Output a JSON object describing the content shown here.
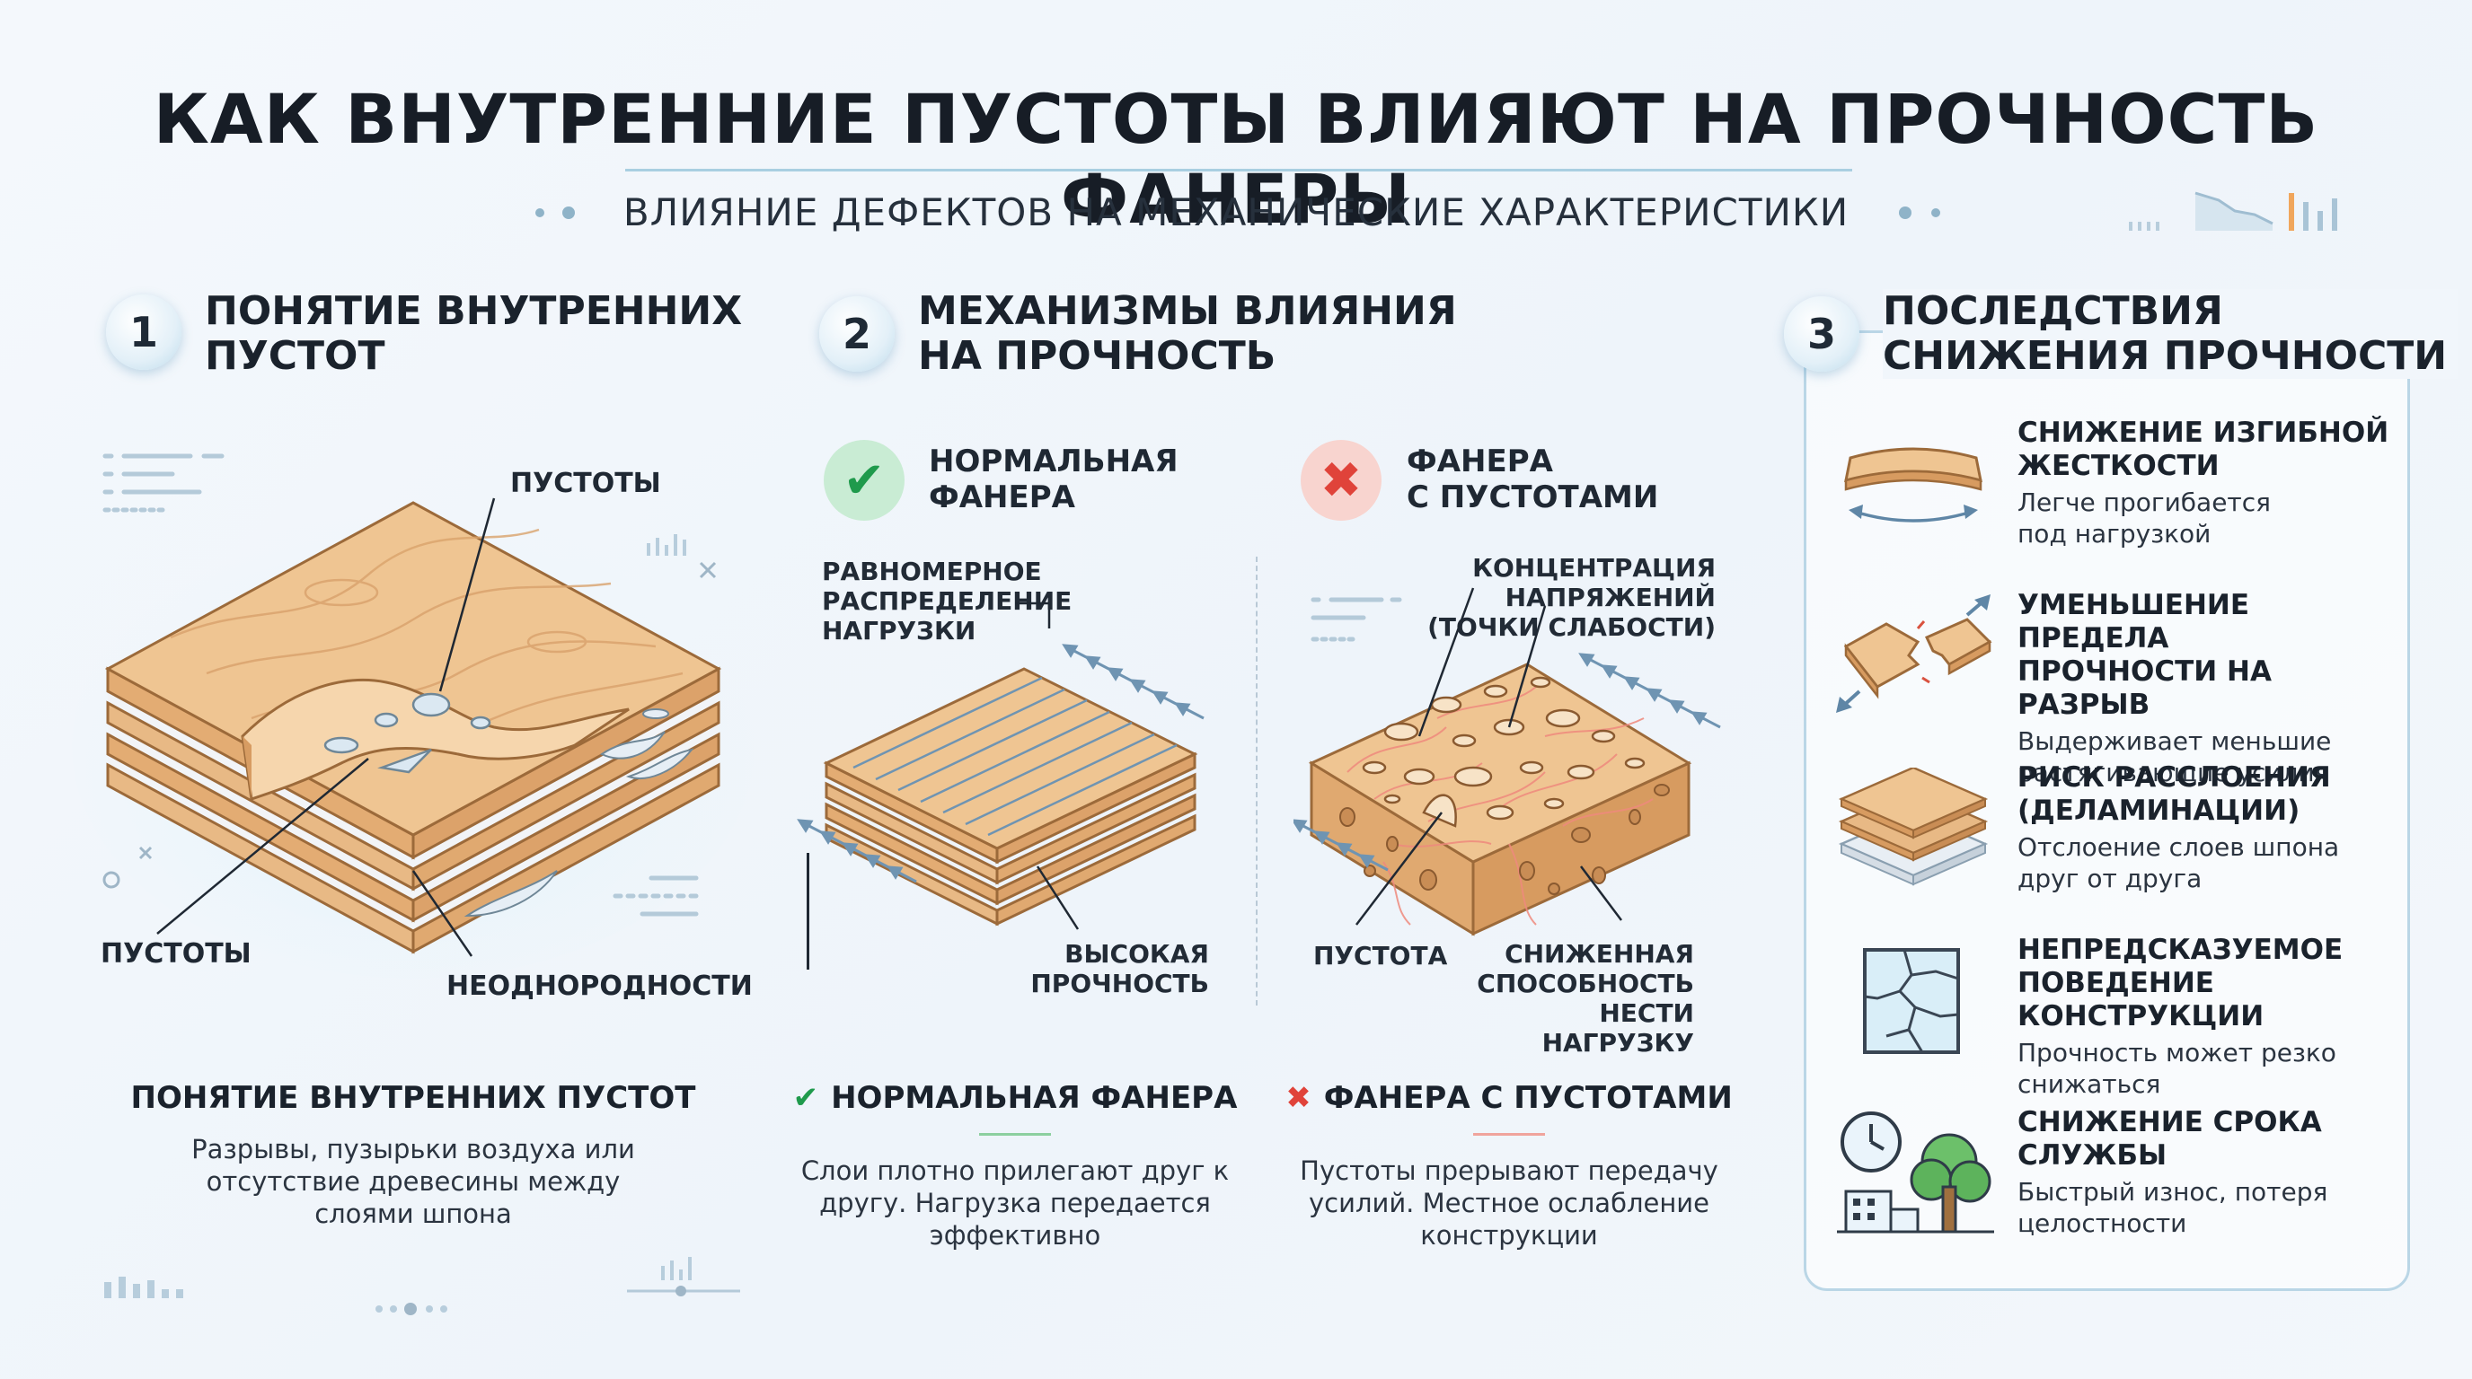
{
  "title": "КАК ВНУТРЕННИЕ ПУСТОТЫ ВЛИЯЮТ НА ПРОЧНОСТЬ ФАНЕРЫ",
  "subtitle": "ВЛИЯНИЕ ДЕФЕКТОВ НА МЕХАНИЧЕСКИЕ ХАРАКТЕРИСТИКИ",
  "colors": {
    "wood": "#e8b985",
    "wood_dark": "#c98d55",
    "accent": "#a9cfe1",
    "ok": "#1f9a4c",
    "bad": "#e0433a",
    "stress": "#ef8a7d"
  },
  "section1": {
    "number": "1",
    "title_line1": "ПОНЯТИЕ ВНУТРЕННИХ",
    "title_line2": "ПУСТОТ",
    "label_voids_top": "ПУСТОТЫ",
    "label_voids_left": "ПУСТОТЫ",
    "label_inhomogeneity": "НЕОДНОРОДНОСТИ",
    "caption_title": "ПОНЯТИЕ ВНУТРЕННИХ ПУСТОТ",
    "caption_line1": "Разрывы, пузырьки воздуха или",
    "caption_line2": "отсутствие древесины между",
    "caption_line3": "слоями шпона"
  },
  "section2": {
    "number": "2",
    "title_line1": "МЕХАНИЗМЫ ВЛИЯНИЯ",
    "title_line2": "НА ПРОЧНОСТЬ",
    "normal": {
      "badge_icon": "check-icon",
      "title_line1": "НОРМАЛЬНАЯ",
      "title_line2": "ФАНЕРА",
      "label_distribution_1": "РАВНОМЕРНОЕ",
      "label_distribution_2": "РАСПРЕДЕЛЕНИЕ",
      "label_distribution_3": "НАГРУЗКИ",
      "label_strength_1": "ВЫСОКАЯ",
      "label_strength_2": "ПРОЧНОСТЬ",
      "caption_title": "НОРМАЛЬНАЯ ФАНЕРА",
      "caption_line1": "Слои плотно прилегают друг к",
      "caption_line2": "другу. Нагрузка передается",
      "caption_line3": "эффективно"
    },
    "voids": {
      "badge_icon": "cross-icon",
      "title_line1": "ФАНЕРА",
      "title_line2": "С ПУСТОТАМИ",
      "label_stress_1": "КОНЦЕНТРАЦИЯ",
      "label_stress_2": "НАПРЯЖЕНИЙ",
      "label_stress_3": "(ТОЧКИ СЛАБОСТИ)",
      "label_void": "ПУСТОТА",
      "label_reduced_1": "СНИЖЕННАЯ",
      "label_reduced_2": "СПОСОБНОСТЬ",
      "label_reduced_3": "НЕСТИ НАГРУЗКУ",
      "caption_title": "ФАНЕРА С ПУСТОТАМИ",
      "caption_line1": "Пустоты прерывают передачу",
      "caption_line2": "усилий. Местное ослабление",
      "caption_line3": "конструкции"
    }
  },
  "section3": {
    "number": "3",
    "title_line1": "ПОСЛЕДСТВИЯ",
    "title_line2": "СНИЖЕНИЯ ПРОЧНОСТИ",
    "items": [
      {
        "icon": "bent-board-icon",
        "title_line1": "СНИЖЕНИЕ ИЗГИБНОЙ",
        "title_line2": "ЖЕСТКОСТИ",
        "text_line1": "Легче прогибается",
        "text_line2": "под нагрузкой"
      },
      {
        "icon": "broken-board-icon",
        "title_line1": "УМЕНЬШЕНИЕ ПРЕДЕЛА",
        "title_line2": "ПРОЧНОСТИ НА РАЗРЫВ",
        "text_line1": "Выдерживает меньшие",
        "text_line2": "растягивающие усилия"
      },
      {
        "icon": "delamination-icon",
        "title_line1": "РИСК РАССЛОЕНИЯ",
        "title_line2": "(ДЕЛАМИНАЦИИ)",
        "text_line1": "Отслоение слоев шпона",
        "text_line2": "друг от друга"
      },
      {
        "icon": "cracked-panel-icon",
        "title_line1": "НЕПРЕДСКАЗУЕМОЕ",
        "title_line2": "ПОВЕДЕНИЕ КОНСТРУКЦИИ",
        "text_line1": "Прочность может резко",
        "text_line2": "снижаться"
      },
      {
        "icon": "clock-tree-icon",
        "title_line1": "СНИЖЕНИЕ СРОКА",
        "title_line2": "СЛУЖБЫ",
        "text_line1": "Быстрый износ, потеря",
        "text_line2": "целостности"
      }
    ]
  }
}
